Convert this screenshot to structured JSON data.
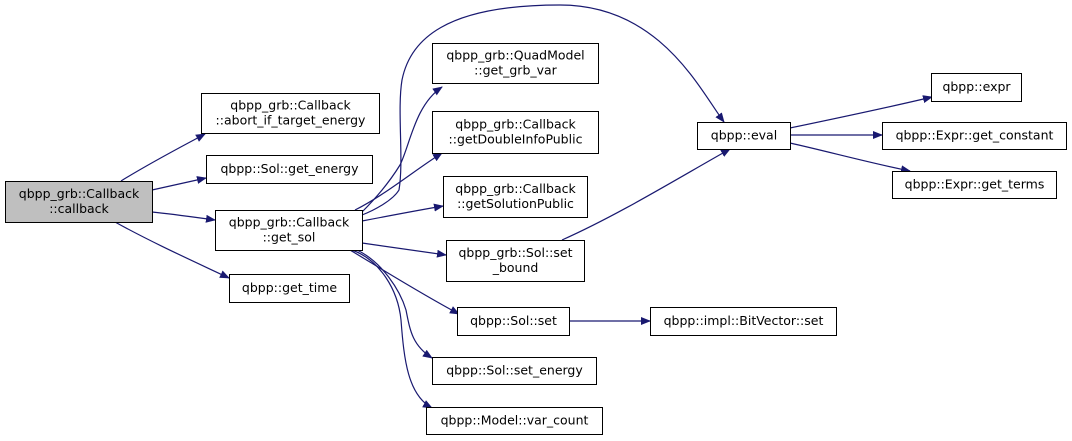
{
  "diagram": {
    "type": "call-graph",
    "colors": {
      "edge": "#191970",
      "root_fill": "#bfbfbf",
      "node_fill": "#ffffff",
      "border": "#000000"
    },
    "nodes": [
      {
        "id": "callback",
        "lines": [
          "qbpp_grb::Callback",
          "::callback"
        ],
        "root": true
      },
      {
        "id": "abort_if_target_energy",
        "lines": [
          "qbpp_grb::Callback",
          "::abort_if_target_energy"
        ]
      },
      {
        "id": "get_energy",
        "lines": [
          "qbpp::Sol::get_energy"
        ]
      },
      {
        "id": "get_sol",
        "lines": [
          "qbpp_grb::Callback",
          "::get_sol"
        ]
      },
      {
        "id": "get_time",
        "lines": [
          "qbpp::get_time"
        ]
      },
      {
        "id": "get_grb_var",
        "lines": [
          "qbpp_grb::QuadModel",
          "::get_grb_var"
        ]
      },
      {
        "id": "getDoubleInfoPublic",
        "lines": [
          "qbpp_grb::Callback",
          "::getDoubleInfoPublic"
        ]
      },
      {
        "id": "getSolutionPublic",
        "lines": [
          "qbpp_grb::Callback",
          "::getSolutionPublic"
        ]
      },
      {
        "id": "set_bound",
        "lines": [
          "qbpp_grb::Sol::set",
          "_bound"
        ]
      },
      {
        "id": "sol_set",
        "lines": [
          "qbpp::Sol::set"
        ]
      },
      {
        "id": "set_energy",
        "lines": [
          "qbpp::Sol::set_energy"
        ]
      },
      {
        "id": "var_count",
        "lines": [
          "qbpp::Model::var_count"
        ]
      },
      {
        "id": "eval",
        "lines": [
          "qbpp::eval"
        ]
      },
      {
        "id": "bitvector_set",
        "lines": [
          "qbpp::impl::BitVector::set"
        ]
      },
      {
        "id": "expr",
        "lines": [
          "qbpp::expr"
        ]
      },
      {
        "id": "get_constant",
        "lines": [
          "qbpp::Expr::get_constant"
        ]
      },
      {
        "id": "get_terms",
        "lines": [
          "qbpp::Expr::get_terms"
        ]
      }
    ],
    "edges": [
      {
        "from": "callback",
        "to": "abort_if_target_energy"
      },
      {
        "from": "callback",
        "to": "get_energy"
      },
      {
        "from": "callback",
        "to": "get_sol"
      },
      {
        "from": "callback",
        "to": "get_time"
      },
      {
        "from": "get_sol",
        "to": "eval"
      },
      {
        "from": "get_sol",
        "to": "get_grb_var"
      },
      {
        "from": "get_sol",
        "to": "getDoubleInfoPublic"
      },
      {
        "from": "get_sol",
        "to": "getSolutionPublic"
      },
      {
        "from": "get_sol",
        "to": "set_bound"
      },
      {
        "from": "get_sol",
        "to": "sol_set"
      },
      {
        "from": "get_sol",
        "to": "set_energy"
      },
      {
        "from": "get_sol",
        "to": "var_count"
      },
      {
        "from": "set_bound",
        "to": "eval"
      },
      {
        "from": "sol_set",
        "to": "bitvector_set"
      },
      {
        "from": "eval",
        "to": "expr"
      },
      {
        "from": "eval",
        "to": "get_constant"
      },
      {
        "from": "eval",
        "to": "get_terms"
      }
    ]
  }
}
